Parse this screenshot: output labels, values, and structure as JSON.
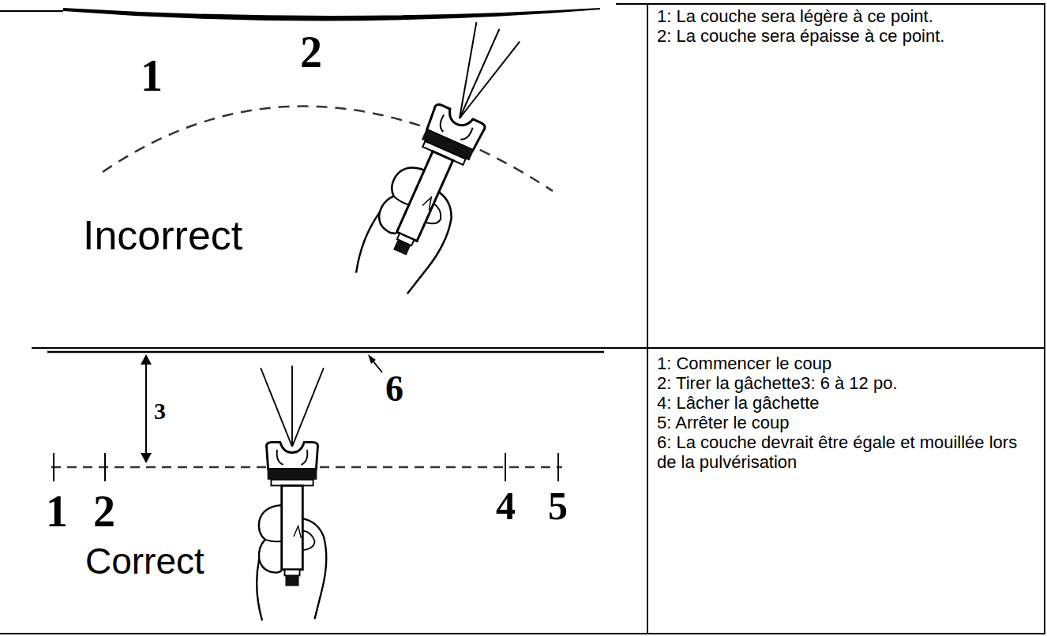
{
  "diagram": {
    "labels": [
      "1",
      "2",
      "Incorrect",
      "1: La couche sera légère à ce point.",
      "2: La couche sera épaisse à ce point.",
      "3",
      "6",
      "1",
      "2",
      "4",
      "5",
      "Correct",
      "1: Commencer le coup",
      "2: Tirer la gâchette3: 6 à 12 po.",
      "4: Lâcher la gâchette",
      "5: Arrêter le coup",
      "6: La couche devrait être égale et mouillée lors de la pulvérisation"
    ]
  }
}
